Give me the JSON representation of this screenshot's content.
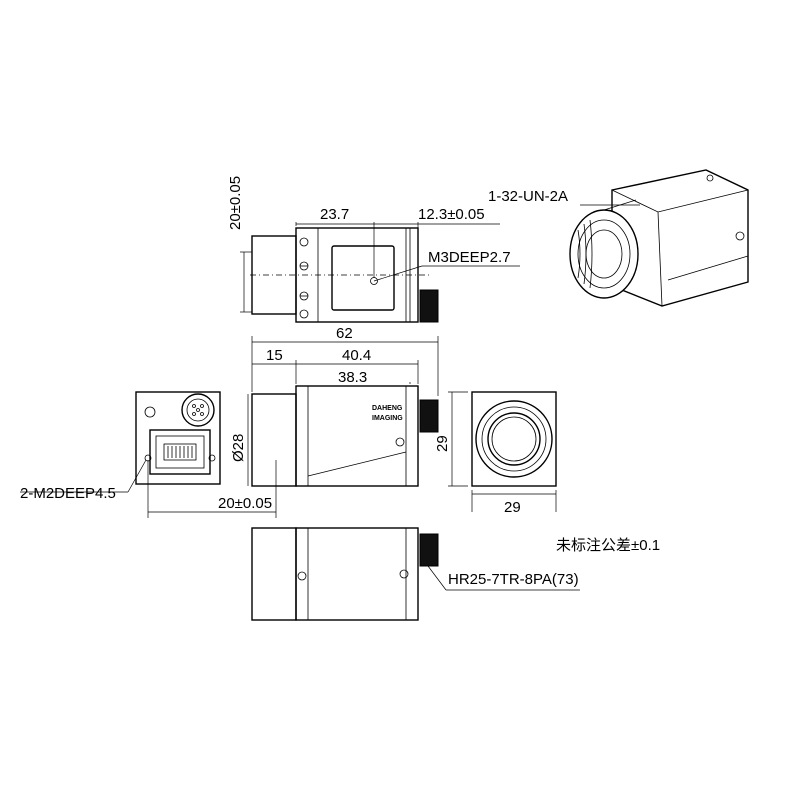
{
  "dimensions": {
    "front_view_height": "20±0.05",
    "side_top_length": "23.7",
    "side_hole_offset": "12.3±0.05",
    "side_hole_spec": "M3DEEP2.7",
    "thread_spec": "1-32-UN-2A",
    "total_length": "62",
    "lens_mount_length": "15",
    "body_length_1": "40.4",
    "body_length_2": "38.3",
    "diameter": "Ø28",
    "height_right": "29",
    "width_right": "29",
    "back_hole_spec": "2-M2DEEP4.5",
    "back_hole_spacing": "20±0.05",
    "connector_spec": "HR25-7TR-8PA(73)",
    "tolerance_note": "未标注公差±0.1"
  },
  "logo": {
    "line1": "DAHENG",
    "line2": "IMAGING"
  },
  "colors": {
    "line": "#000000",
    "background": "#ffffff"
  }
}
